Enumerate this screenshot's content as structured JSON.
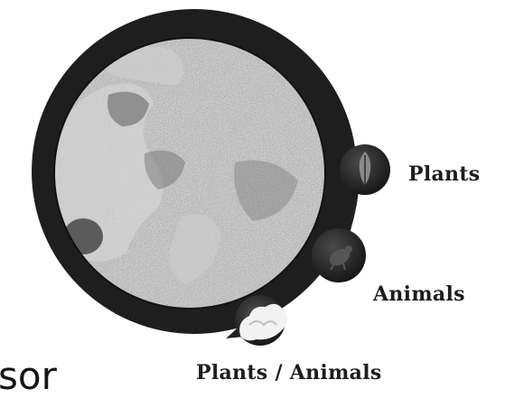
{
  "filters": {
    "plants_label": "Plants",
    "animals_label": "Animals",
    "both_label": "Plants / Animals"
  },
  "cut_text": "sor",
  "icons": {
    "plants_button": "plant-icon",
    "animals_button": "animal-icon",
    "both_button": "plants-animals-icon"
  },
  "colors": {
    "frame": "#1e1e1e",
    "map_light": "#c6c6c6",
    "map_dark": "#5c5c5c",
    "label_text": "#1d1d1d"
  }
}
